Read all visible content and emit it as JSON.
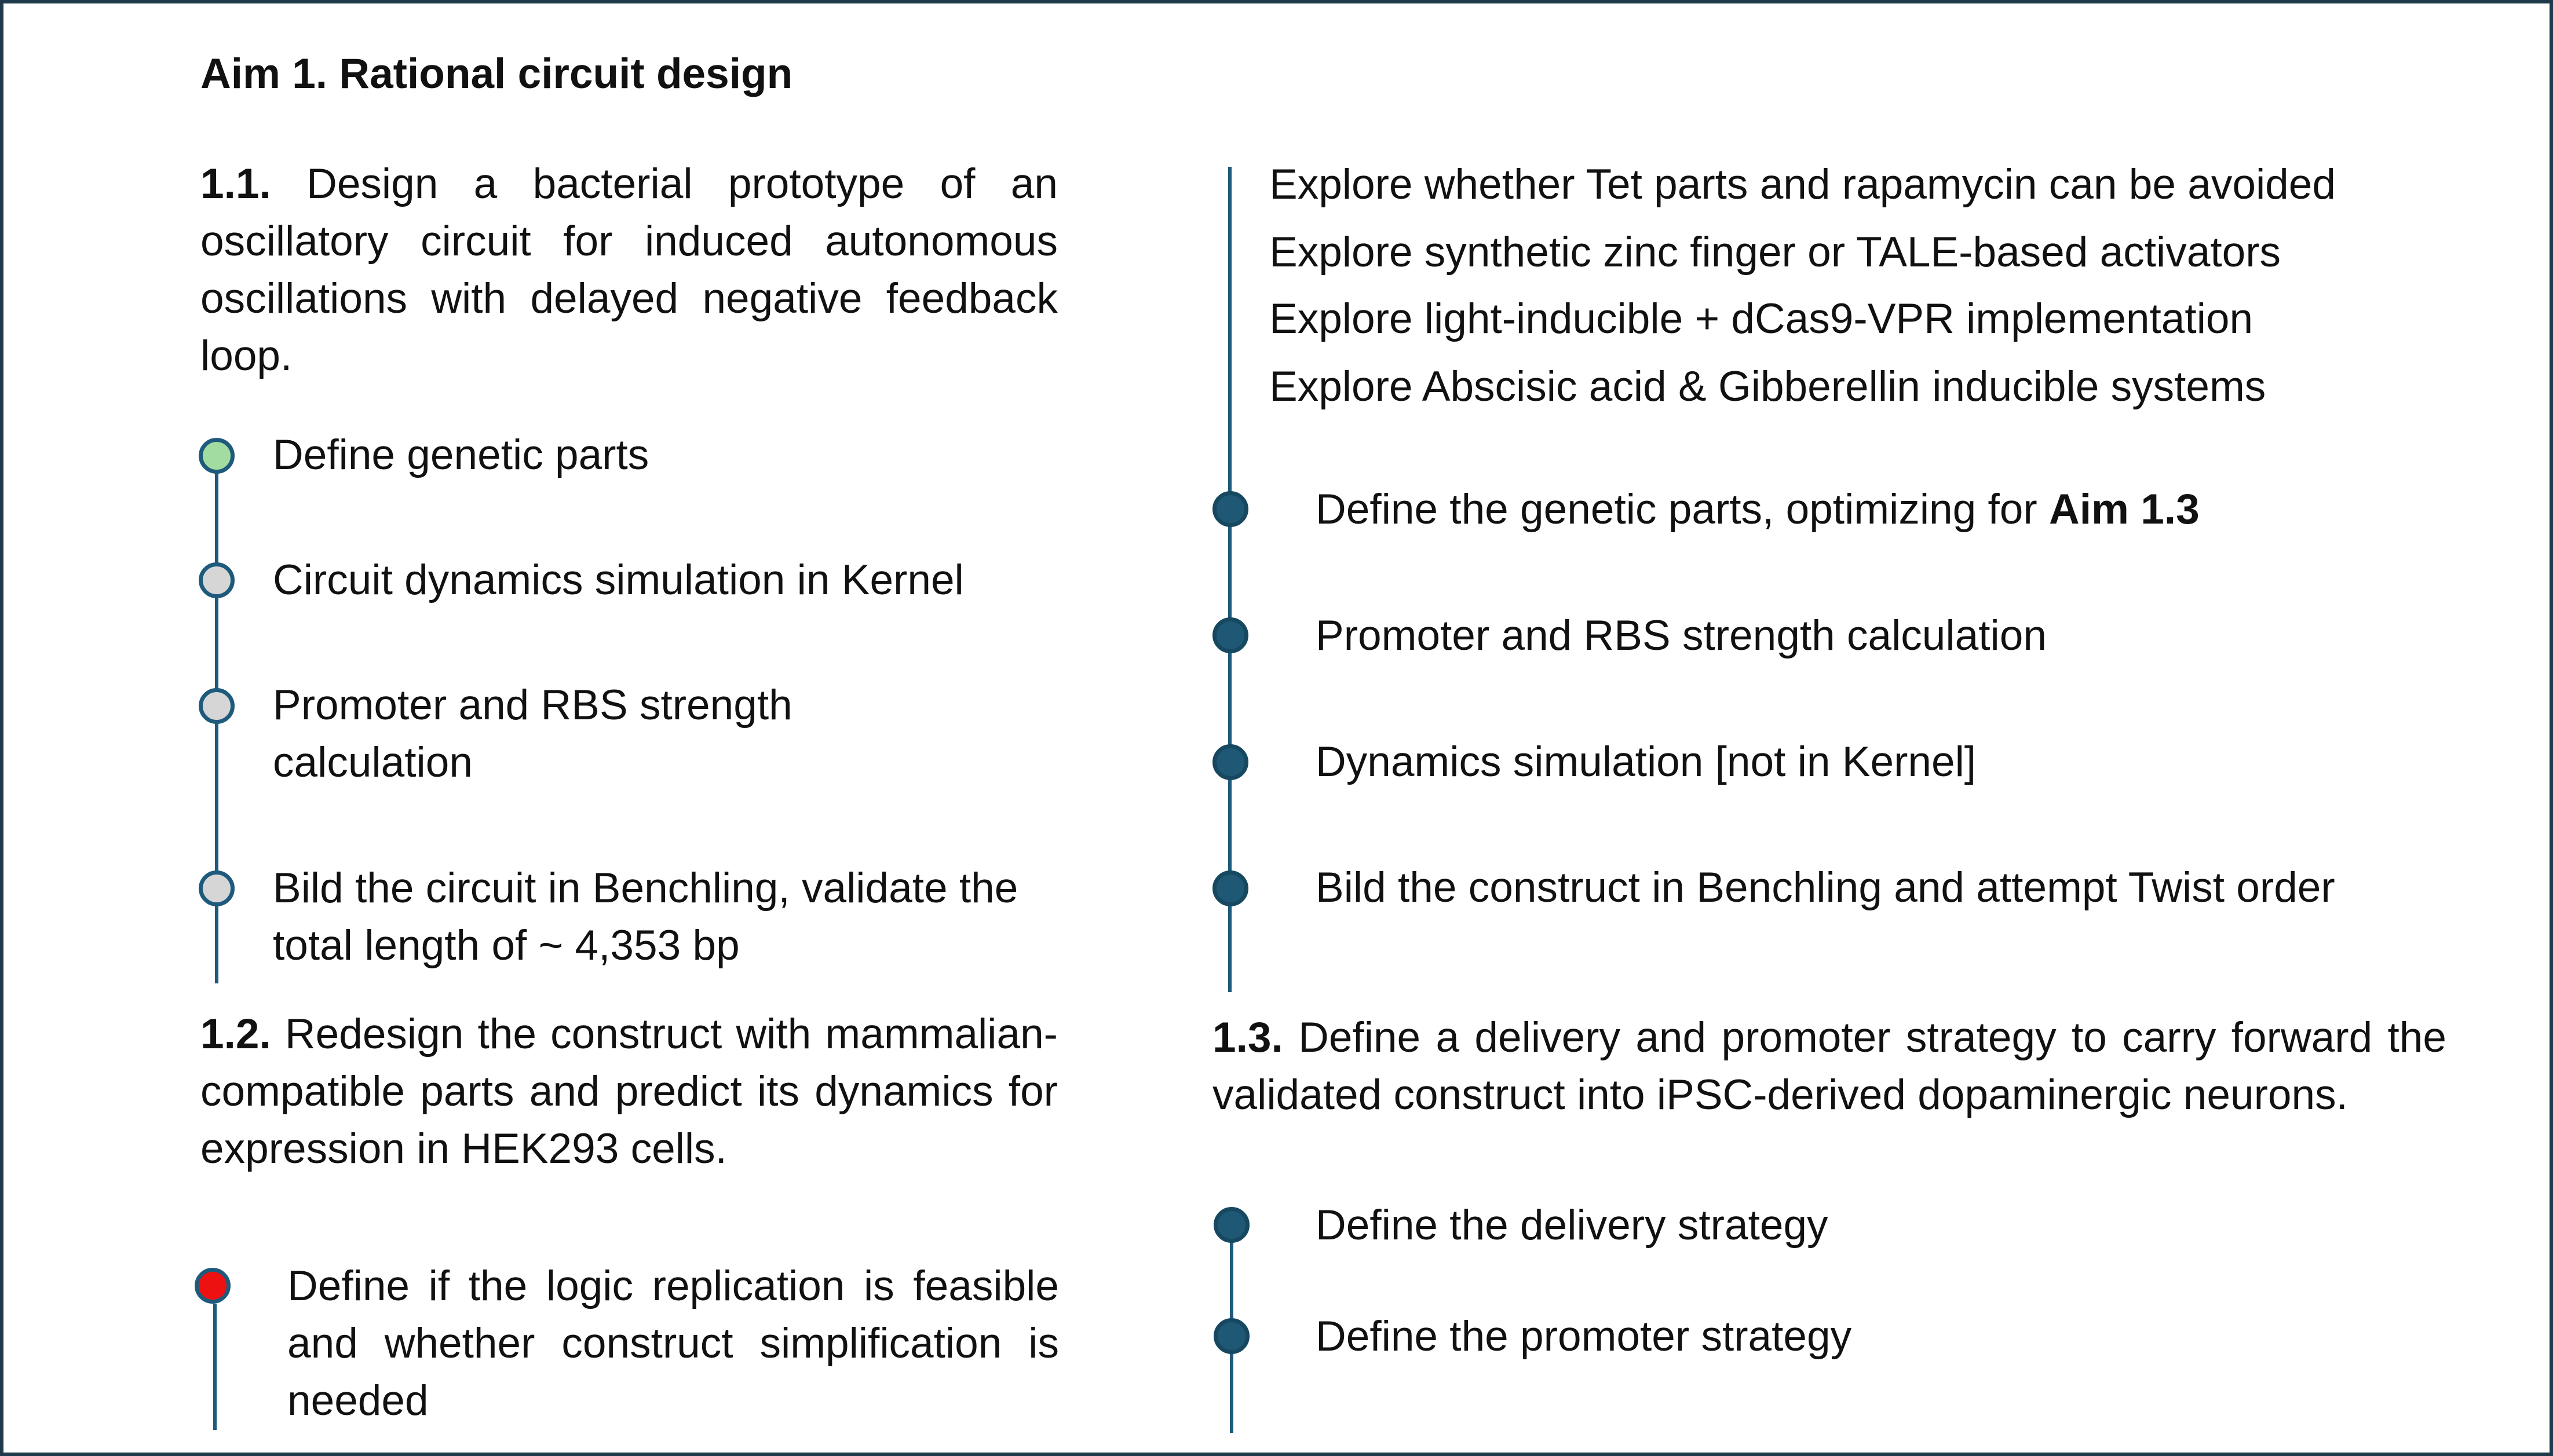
{
  "title": "Aim 1. Rational circuit design",
  "aim_1_1": {
    "number": "1.1.",
    "text": " Design a bacterial prototype of an oscillatory circuit for induced autonomous oscillations with delayed negative feedback loop.",
    "steps": [
      "Define genetic parts",
      "Circuit dynamics simulation in Kernel",
      "Promoter and RBS strength calculation",
      "Bild the circuit in Benchling, validate the total length of ~ 4,353 bp"
    ]
  },
  "aim_1_2": {
    "number": "1.2.",
    "text": " Redesign the construct with mammalian-compatible parts and predict its dynamics for expression in HEK293 cells.",
    "steps": [
      "Define if the logic replication is feasible and whether construct simplification is needed"
    ],
    "explore": [
      "Explore whether Tet parts and rapamycin can be avoided",
      "Explore synthetic zinc finger or TALE-based activators",
      "Explore light-inducible + dCas9-VPR implementation",
      "Explore Abscisic acid & Gibberellin inducible systems"
    ],
    "substeps": [
      {
        "text": "Define the genetic parts, optimizing for ",
        "bold": "Aim 1.3"
      },
      {
        "text": "Promoter and RBS strength calculation"
      },
      {
        "text": "Dynamics simulation [not in Kernel]"
      },
      {
        "text": "Bild the construct in Benchling and attempt Twist order"
      }
    ]
  },
  "aim_1_3": {
    "number": "1.3.",
    "text": " Define a delivery and promoter strategy to carry forward the validated construct into iPSC-derived dopaminergic neurons.",
    "steps": [
      "Define the delivery strategy",
      "Define the promoter strategy"
    ]
  },
  "colors": {
    "frame": "#1e3a4c",
    "timeline": "#1e5a7c",
    "step_done": "#a3dca0",
    "step_pending": "#d6d6d6",
    "step_blocked": "#ee1111",
    "step_planned": "#1f5875"
  }
}
